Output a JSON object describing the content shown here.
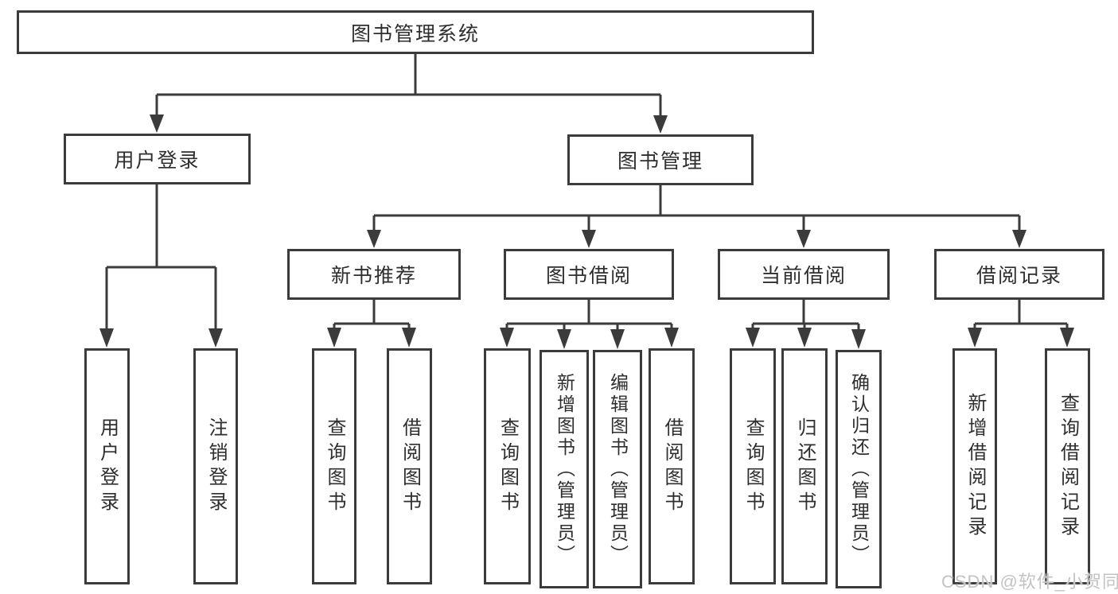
{
  "watermark": "CSDN @软件_小贺同学",
  "colors": {
    "line": "#3b3b3b",
    "text": "#2e2e2e",
    "watermark": "#c3c3c3",
    "background": "#ffffff"
  },
  "tree": {
    "root": "图书管理系统",
    "level2": [
      {
        "label": "用户登录",
        "children": [
          "用户登录",
          "注销登录"
        ]
      },
      {
        "label": "图书管理",
        "sections": [
          {
            "label": "新书推荐",
            "children": [
              "查询图书",
              "借阅图书"
            ]
          },
          {
            "label": "图书借阅",
            "children": [
              "查询图书",
              "新增图书（管理员）",
              "编辑图书（管理员）",
              "借阅图书"
            ]
          },
          {
            "label": "当前借阅",
            "children": [
              "查询图书",
              "归还图书",
              "确认归还（管理员）"
            ]
          },
          {
            "label": "借阅记录",
            "children": [
              "新增借阅记录",
              "查询借阅记录"
            ]
          }
        ]
      }
    ]
  }
}
